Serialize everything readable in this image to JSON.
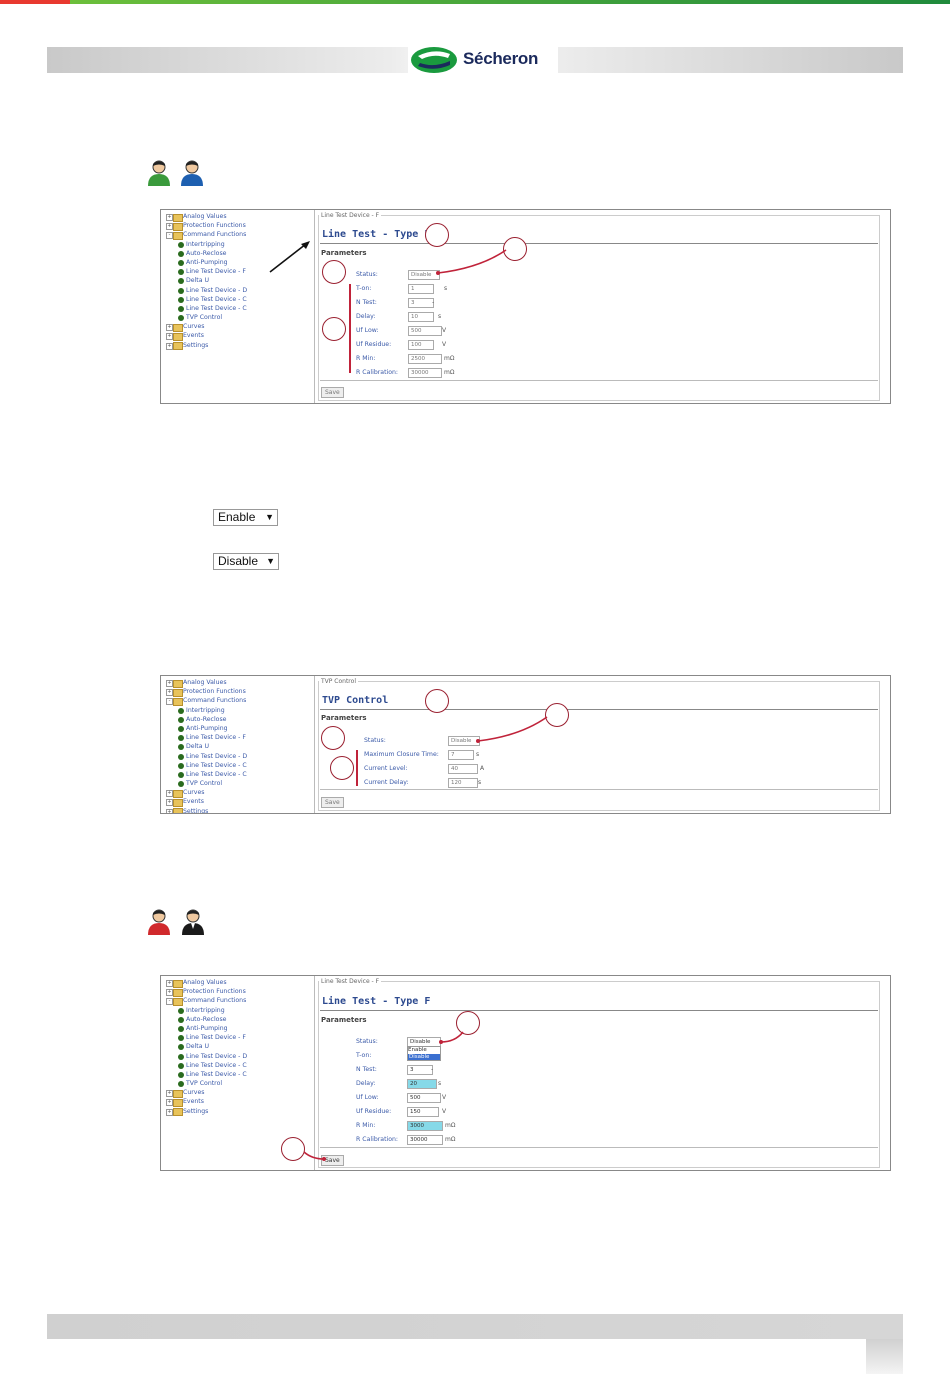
{
  "brand": {
    "name": "Sécheron"
  },
  "colors": {
    "red_line": "#e8392f",
    "green_line": "#1f8a3c",
    "callout": "#c0233a",
    "tree_text": "#3b5aa8",
    "highlight": "#86d9e8"
  },
  "icons": {
    "section1": [
      "user-green-icon",
      "user-blue-icon"
    ],
    "section3": [
      "user-red-icon",
      "user-black-suit-icon"
    ]
  },
  "tree": {
    "top": [
      "Analog Values",
      "Protection Functions",
      "Command Functions"
    ],
    "sub": [
      "Intertripping",
      "Auto-Reclose",
      "Anti-Pumping",
      "Line Test Device - F",
      "Delta U",
      "Line Test Device - D",
      "Line Test Device - C",
      "Line Test Device - C",
      "TVP Control"
    ],
    "bottom": [
      "Curves",
      "Events",
      "Settings"
    ]
  },
  "shot1": {
    "legend": "Line Test Device - F",
    "title": "Line Test - Type F",
    "params_label": "Parameters",
    "fields": [
      {
        "label": "Status:",
        "value": "Disable",
        "unit": ""
      },
      {
        "label": "T-on:",
        "value": "1",
        "unit": "s"
      },
      {
        "label": "N Test:",
        "value": "3",
        "unit": "-"
      },
      {
        "label": "Delay:",
        "value": "10",
        "unit": "s"
      },
      {
        "label": "Uf Low:",
        "value": "500",
        "unit": "V"
      },
      {
        "label": "Uf Residue:",
        "value": "100",
        "unit": "V"
      },
      {
        "label": "R Min:",
        "value": "2500",
        "unit": "mΩ"
      },
      {
        "label": "R Calibration:",
        "value": "30000",
        "unit": "mΩ"
      }
    ],
    "save": "Save"
  },
  "select_demo": {
    "enable": "Enable",
    "disable": "Disable",
    "arrow": "▼"
  },
  "shot2": {
    "legend": "TVP Control",
    "title": "TVP Control",
    "params_label": "Parameters",
    "fields": [
      {
        "label": "Status:",
        "value": "Disable",
        "unit": ""
      },
      {
        "label": "Maximum Closure Time:",
        "value": "7",
        "unit": "s"
      },
      {
        "label": "Current Level:",
        "value": "40",
        "unit": "A"
      },
      {
        "label": "Current Delay:",
        "value": "120",
        "unit": "s"
      }
    ],
    "save": "Save"
  },
  "shot3": {
    "legend": "Line Test Device - F",
    "title": "Line Test - Type F",
    "params_label": "Parameters",
    "dropdown": [
      "Enable",
      "Disable"
    ],
    "fields": [
      {
        "label": "Status:",
        "value": "Disable",
        "unit": ""
      },
      {
        "label": "T-on:",
        "value": "",
        "unit": ""
      },
      {
        "label": "N Test:",
        "value": "3",
        "unit": "-"
      },
      {
        "label": "Delay:",
        "value": "20",
        "unit": "s"
      },
      {
        "label": "Uf Low:",
        "value": "500",
        "unit": "V"
      },
      {
        "label": "Uf Residue:",
        "value": "150",
        "unit": "V"
      },
      {
        "label": "R Min:",
        "value": "3000",
        "unit": "mΩ"
      },
      {
        "label": "R Calibration:",
        "value": "30000",
        "unit": "mΩ"
      }
    ],
    "save": "Save"
  }
}
